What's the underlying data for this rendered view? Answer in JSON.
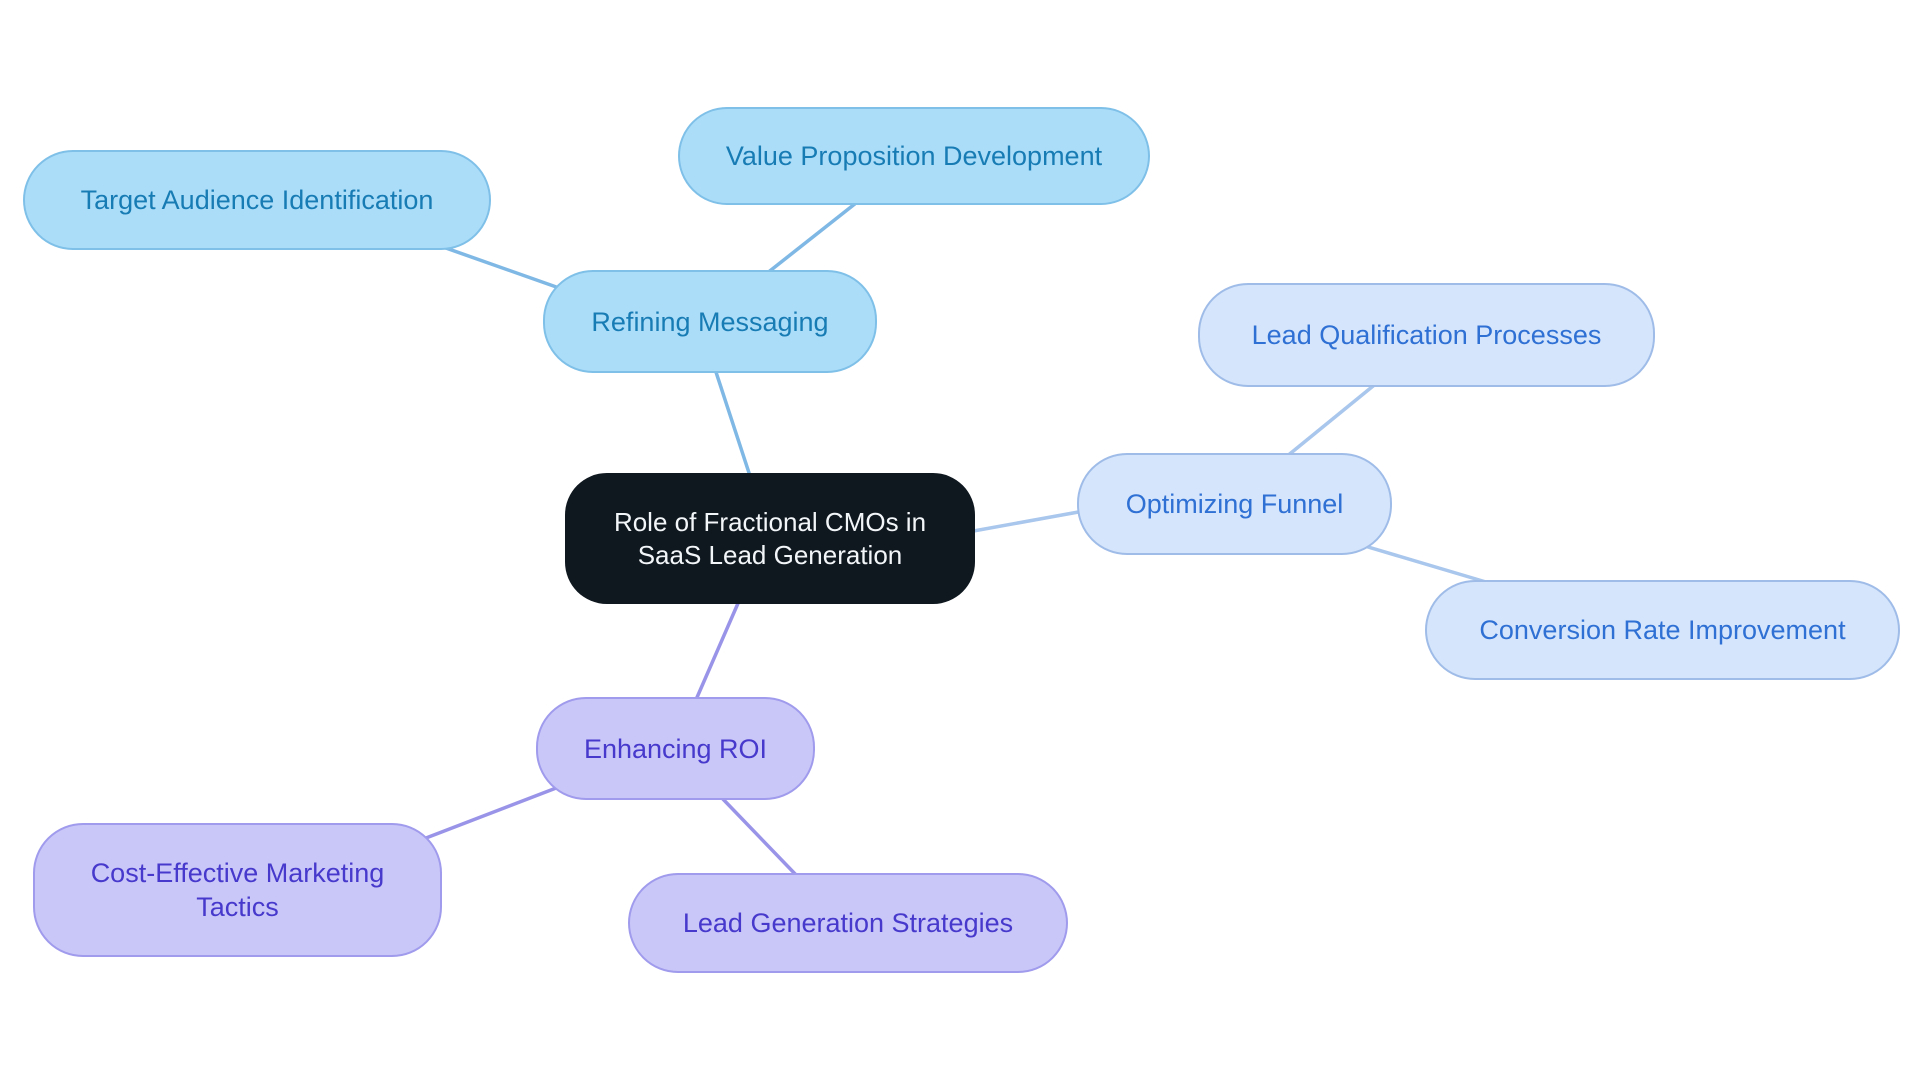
{
  "diagram": {
    "type": "mindmap",
    "root": {
      "label": "Role of Fractional CMOs in SaaS Lead Generation"
    },
    "branches": [
      {
        "label": "Refining Messaging",
        "children": [
          {
            "label": "Target Audience Identification"
          },
          {
            "label": "Value Proposition Development"
          }
        ]
      },
      {
        "label": "Optimizing Funnel",
        "children": [
          {
            "label": "Lead Qualification Processes"
          },
          {
            "label": "Conversion Rate Improvement"
          }
        ]
      },
      {
        "label": "Enhancing ROI",
        "children": [
          {
            "label": "Cost-Effective Marketing Tactics"
          },
          {
            "label": "Lead Generation Strategies"
          }
        ]
      }
    ]
  },
  "palette": {
    "background": "#ffffff",
    "root_fill": "#0f171f",
    "root_text": "#f3f6f8",
    "branch_blue_fill": "#abddf9",
    "branch_blue_border": "#7fc0e8",
    "branch_blue_text": "#187cb4",
    "branch_blue_line": "#7fb8e4",
    "branch_paleblue_fill": "#d5e5fb",
    "branch_paleblue_border": "#9fbce8",
    "branch_paleblue_text": "#2e70d4",
    "branch_paleblue_line": "#a9c6ec",
    "branch_purple_fill": "#c9c6f8",
    "branch_purple_border": "#a09bec",
    "branch_purple_text": "#4639cc",
    "branch_purple_line": "#9a94e8"
  }
}
